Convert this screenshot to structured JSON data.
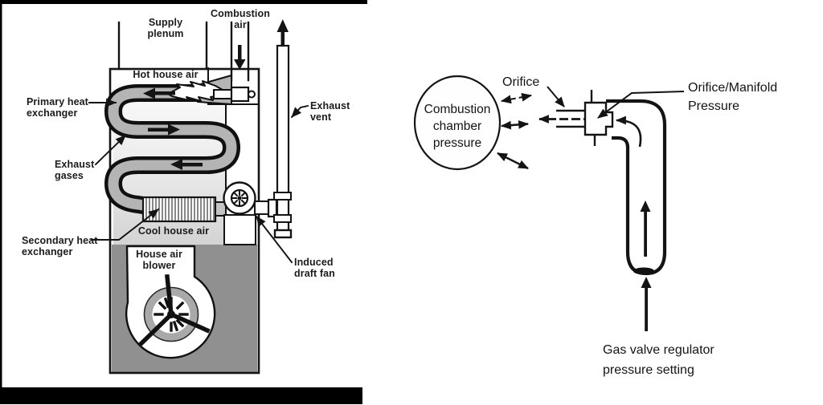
{
  "left": {
    "labels": {
      "supply_plenum": [
        "Supply",
        "plenum"
      ],
      "combustion_air": [
        "Combustion",
        "air"
      ],
      "hot_house_air": "Hot house air",
      "primary_heat_exchanger": [
        "Primary heat",
        "exchanger"
      ],
      "exhaust_gases": [
        "Exhaust",
        "gases"
      ],
      "exhaust_vent": [
        "Exhaust",
        "vent"
      ],
      "secondary_heat_exchanger": [
        "Secondary heat",
        "exchanger"
      ],
      "cool_house_air": "Cool house air",
      "house_air_blower": [
        "House air",
        "blower"
      ],
      "induced_draft_fan": [
        "Induced",
        "draft fan"
      ]
    }
  },
  "right": {
    "labels": {
      "combustion_chamber_pressure": [
        "Combustion",
        "chamber",
        "pressure"
      ],
      "orifice": "Orifice",
      "orifice_manifold_pressure": [
        "Orifice/Manifold",
        "Pressure"
      ],
      "gas_valve_regulator": [
        "Gas valve regulator",
        "pressure setting"
      ]
    }
  },
  "colors": {
    "ink": "#141414",
    "tube_gray": "#b4b4b4",
    "blower_compartment_gray": "#909090",
    "blower_ring_gray": "#a9a9a9",
    "scan_border_black": "#000000",
    "paper_white": "#ffffff"
  }
}
